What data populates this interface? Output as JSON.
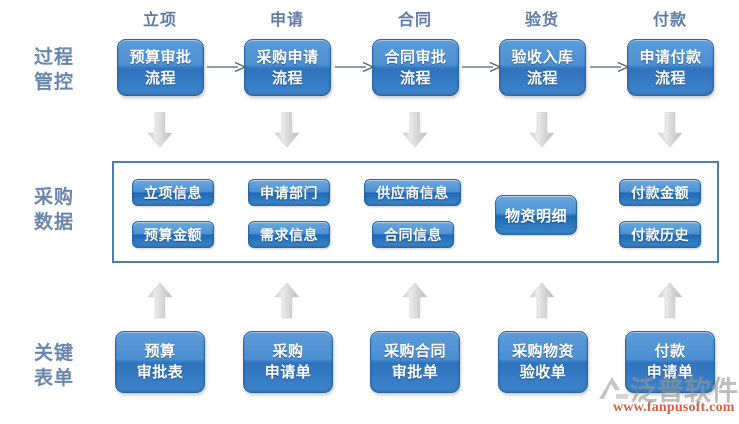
{
  "row_labels": {
    "process": "过程\n管控",
    "data": "采购\n数据",
    "forms": "关键\n表单"
  },
  "stage_headers": [
    {
      "label": "立项"
    },
    {
      "label": "申请"
    },
    {
      "label": "合同"
    },
    {
      "label": "验货"
    },
    {
      "label": "付款"
    }
  ],
  "process_boxes": [
    {
      "label": "预算审批\n流程"
    },
    {
      "label": "采购申请\n流程"
    },
    {
      "label": "合同审批\n流程"
    },
    {
      "label": "验收入库\n流程"
    },
    {
      "label": "申请付款\n流程"
    }
  ],
  "data_pills": [
    {
      "label": "立项信息"
    },
    {
      "label": "预算金额"
    },
    {
      "label": "申请部门"
    },
    {
      "label": "需求信息"
    },
    {
      "label": "供应商信息"
    },
    {
      "label": "合同信息"
    },
    {
      "label": "物资明细"
    },
    {
      "label": "付款金额"
    },
    {
      "label": "付款历史"
    }
  ],
  "form_boxes": [
    {
      "label": "预算\n审批表"
    },
    {
      "label": "采购\n申请单"
    },
    {
      "label": "采购合同\n审批单"
    },
    {
      "label": "采购物资\n验收单"
    },
    {
      "label": "付款\n申请单"
    }
  ],
  "watermark": {
    "brand": "泛普软件",
    "url": "www.fanpusoft.com"
  },
  "colors": {
    "box_blue": "#3d84cb",
    "box_border": "#2b66a8",
    "container_border": "#4a7ebb",
    "label_text": "#6b86ad",
    "arrow_gray": "#d2d2d2"
  }
}
